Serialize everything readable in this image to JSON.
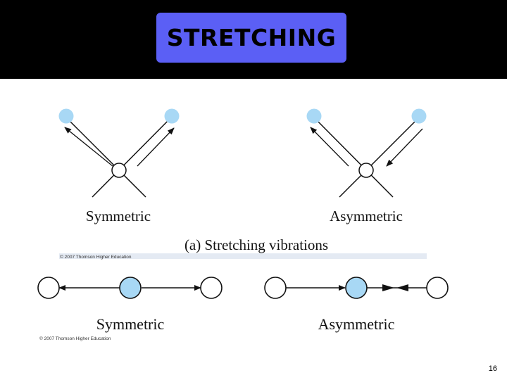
{
  "slide": {
    "title": "STRETCHING",
    "page_number": "16",
    "colors": {
      "header_band": "#000000",
      "title_box": "#5b5ff5",
      "atom_fill": "#a8d8f5",
      "line": "#111111"
    }
  },
  "figure_a": {
    "labels": {
      "symmetric": "Symmetric",
      "asymmetric": "Asymmetric"
    },
    "caption": "(a) Stretching vibrations",
    "credit": "© 2007 Thomson Higher Education"
  },
  "figure_b": {
    "labels": {
      "symmetric": "Symmetric",
      "asymmetric": "Asymmetric"
    },
    "credit": "© 2007 Thomson Higher Education"
  }
}
